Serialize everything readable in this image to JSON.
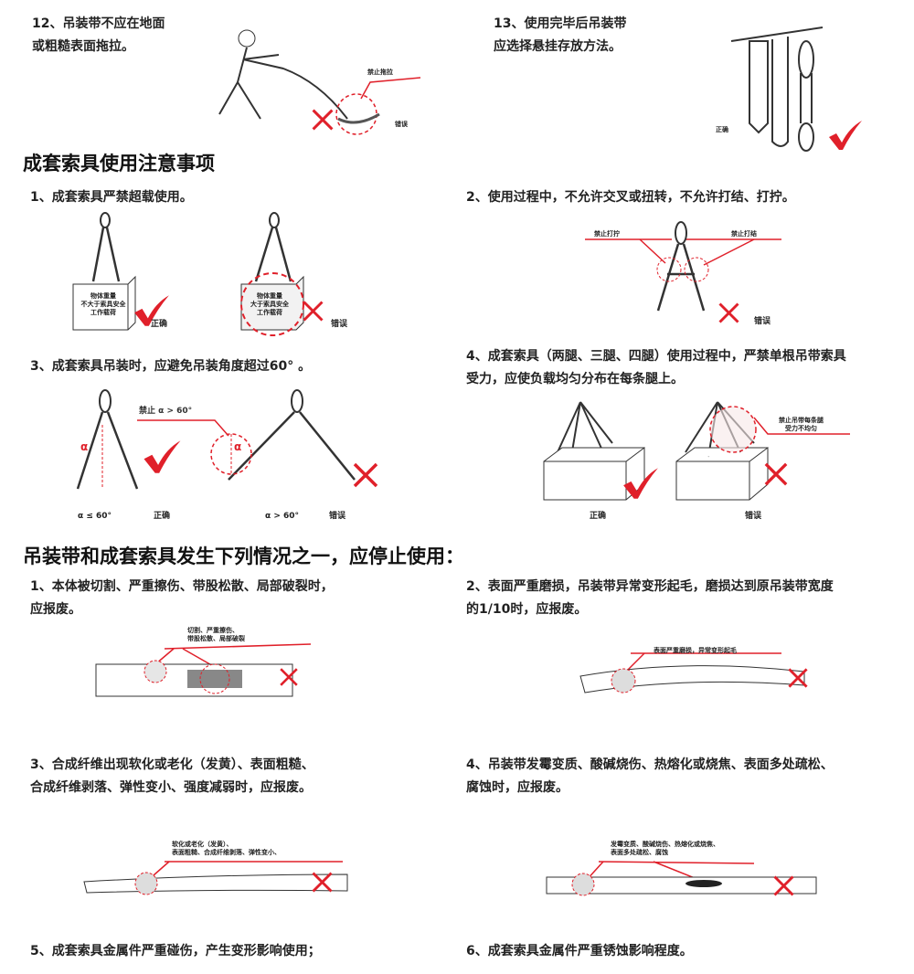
{
  "top": {
    "item12": [
      "12、吊装带不应在地面",
      "或粗糙表面拖拉。"
    ],
    "item12_tag": "禁止拖拉",
    "item12_verdict": "错误",
    "item13": [
      "13、使用完毕后吊装带",
      "应选择悬挂存放方法。"
    ],
    "item13_verdict": "正确"
  },
  "section1": {
    "heading": "成套索具使用注意事项",
    "item1": "1、成套索具严禁超载使用。",
    "item1_box": [
      "物体重量",
      "不大于索具安全",
      "工作载荷"
    ],
    "item1_box_wrong": [
      "物体重量",
      "大于索具安全",
      "工作载荷"
    ],
    "item1_right": "正确",
    "item1_wrong": "错误",
    "item2": "2、使用过程中，不允许交叉或扭转，不允许打结、打拧。",
    "item2_tag_left": "禁止打拧",
    "item2_tag_right": "禁止打结",
    "item2_wrong": "错误",
    "item3": "3、成套索具吊装时，应避免吊装角度超过60°  。",
    "item3_tag": "禁止 α > 60°",
    "item3_alpha": "α",
    "item3_left_label": "α ≤ 60°",
    "item3_right": "正确",
    "item3_right_label": "α > 60°",
    "item3_wrong": "错误",
    "item4": [
      "4、成套索具（两腿、三腿、四腿）使用过程中，严禁单根吊带索具",
      "受力，应使负载均匀分布在每条腿上。"
    ],
    "item4_tag": [
      "禁止吊带每条腿",
      "受力不均匀"
    ],
    "item4_right": "正确",
    "item4_wrong": "错误"
  },
  "section2": {
    "heading": "吊装带和成套索具发生下列情况之一，应停止使用：",
    "item1": [
      "1、本体被切割、严重擦伤、带股松散、局部破裂时，",
      "应报废。"
    ],
    "item1_tag": [
      "切割、严重擦伤、",
      "带股松散、局部破裂"
    ],
    "item2": [
      "2、表面严重磨损，吊装带异常变形起毛，磨损达到原吊装带宽度",
      "的1/10时，应报废。"
    ],
    "item2_tag": "表面严重磨损，异常变形起毛",
    "item3": [
      "3、合成纤维出现软化或老化（发黄）、表面粗糙、",
      "合成纤维剥落、弹性变小、强度减弱时，应报废。"
    ],
    "item3_tag": [
      "软化或老化（发黄）、",
      "表面粗糙、合成纤维剥落、弹性变小、"
    ],
    "item4": [
      "4、吊装带发霉变质、酸碱烧伤、热熔化或烧焦、表面多处疏松、",
      "腐蚀时，应报废。"
    ],
    "item4_tag": [
      "发霉变质、酸碱烧伤、热熔化或烧焦、",
      "表面多处疏松、腐蚀"
    ],
    "item5": "5、成套索具金属件严重碰伤，产生变形影响使用；",
    "item6": "6、成套索具金属件严重锈蚀影响程度。"
  },
  "colors": {
    "accent": "#e0202a",
    "text": "#222222"
  }
}
